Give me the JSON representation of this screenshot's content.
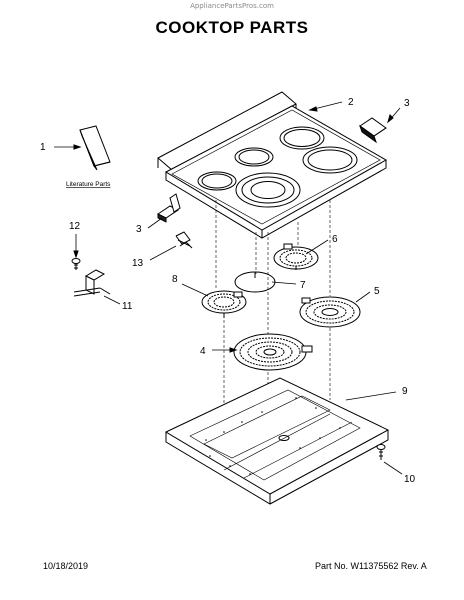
{
  "watermark": "AppliancePartsPros.com",
  "title": "COOKTOP PARTS",
  "callouts": {
    "c1": "1",
    "c2": "2",
    "c3a": "3",
    "c3b": "3",
    "c4": "4",
    "c5": "5",
    "c6": "6",
    "c7": "7",
    "c8": "8",
    "c9": "9",
    "c10": "10",
    "c11": "11",
    "c12": "12",
    "c13": "13"
  },
  "literature_label": "Literature Parts",
  "footer": {
    "date": "10/18/2019",
    "part_number": "Part No.  W11375562  Rev. A"
  }
}
